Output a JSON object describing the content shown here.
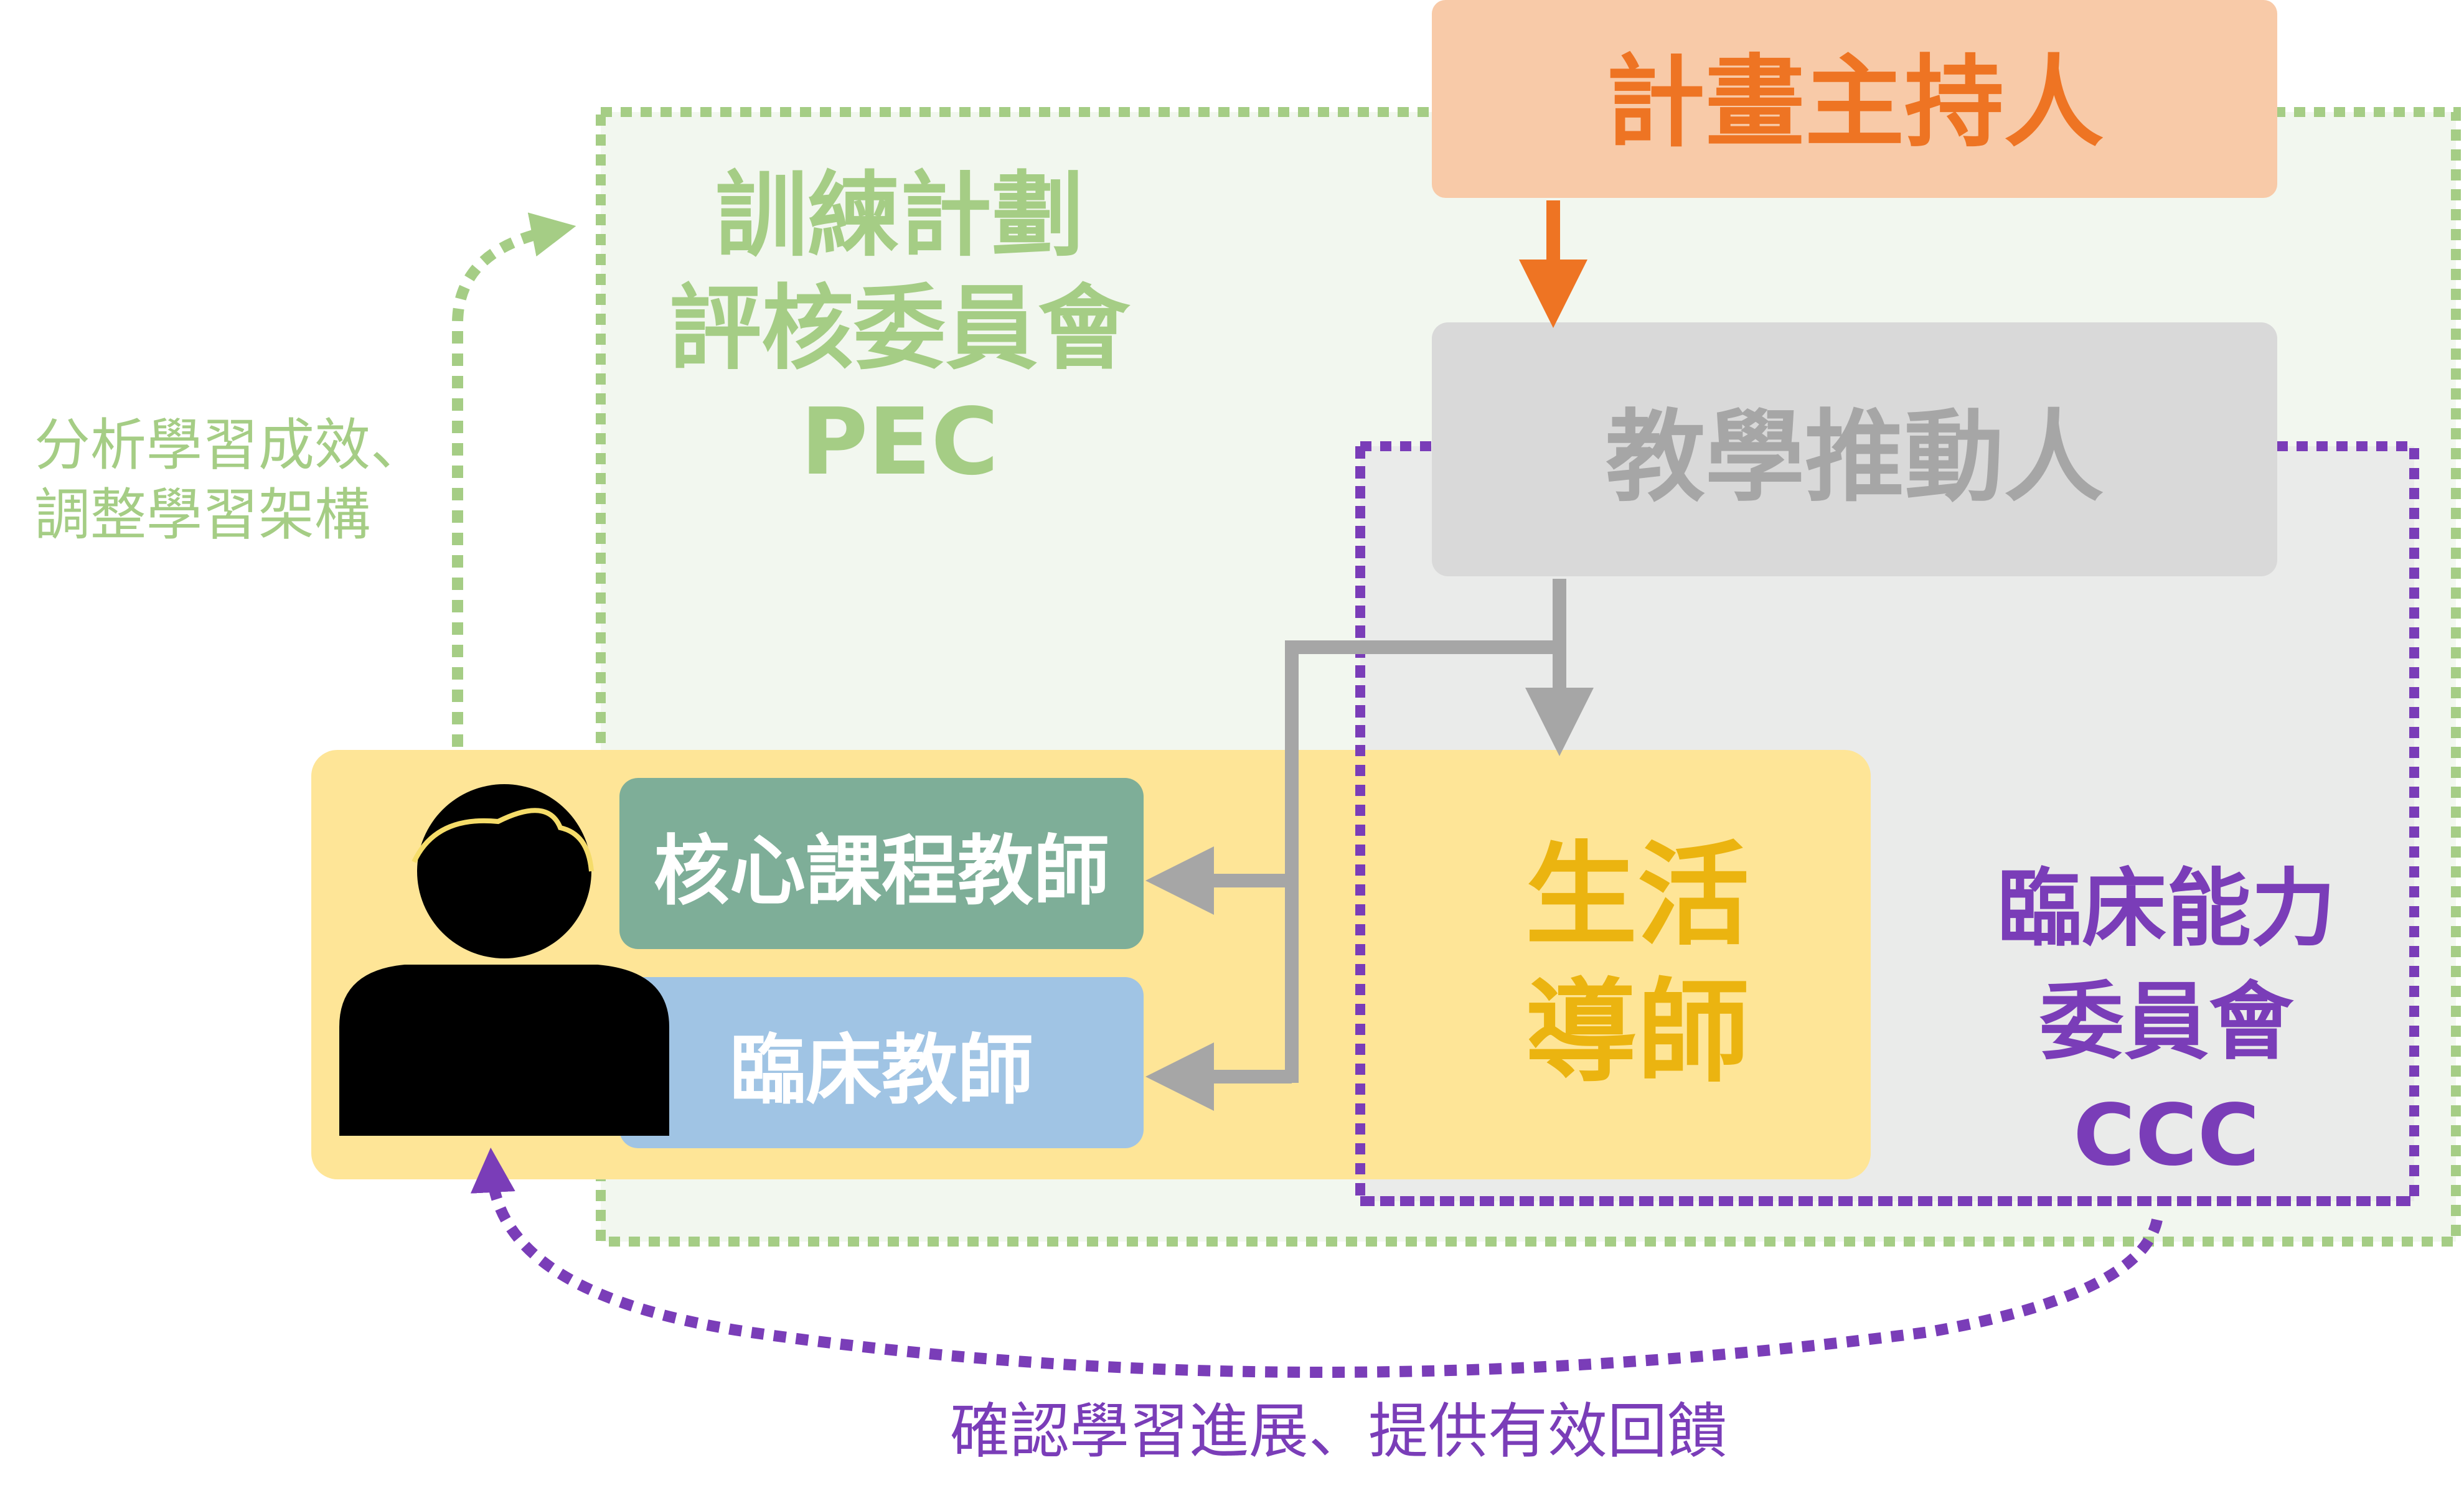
{
  "pec": {
    "lines": [
      "訓練計劃",
      "評核委員會",
      "PEC"
    ],
    "color": "#A5CD85",
    "fill": "#F2F7EF"
  },
  "program_director": {
    "label": "計畫主持人",
    "color": "#EE7423",
    "fill": "#F8CAA8"
  },
  "teaching_promoter": {
    "label": "教學推動人",
    "color": "#A6A6A6",
    "fill": "#D9D9D9"
  },
  "ccc": {
    "lines": [
      "臨床能力",
      "委員會",
      "CCC"
    ],
    "color": "#7A3DB8",
    "fill": "#EAEBEA"
  },
  "learner_area": {
    "fill": "#FEE597"
  },
  "core_teacher": {
    "label": "核心課程教師",
    "fill": "#7EAE98"
  },
  "clinical_teacher": {
    "label": "臨床教師",
    "fill": "#A0C4E4"
  },
  "life_mentor": {
    "lines": [
      "生活",
      "導師"
    ],
    "color": "#EBB410"
  },
  "left_note": {
    "lines": [
      "分析學習成效、",
      "調整學習架構"
    ],
    "color": "#A5CD85"
  },
  "bottom_note": {
    "label": "確認學習進展、提供有效回饋",
    "color": "#7A3DB8"
  },
  "arrow_colors": {
    "orange": "#EE7423",
    "gray": "#A6A6A6",
    "green": "#A5CD85",
    "purple": "#7A3DB8"
  }
}
